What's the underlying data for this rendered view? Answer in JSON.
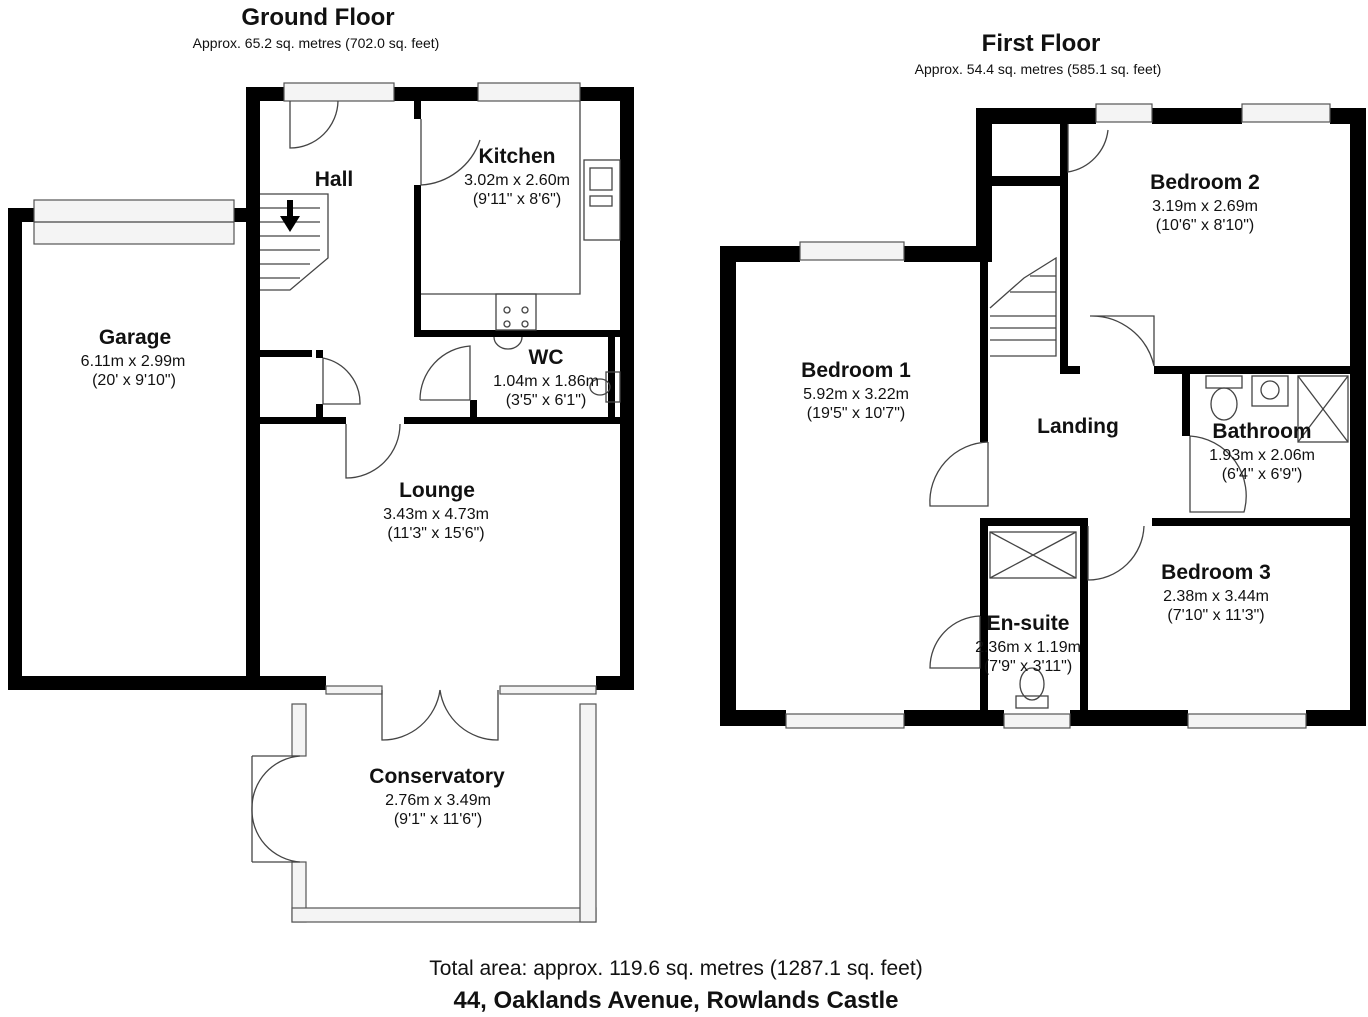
{
  "ground_floor": {
    "title": "Ground Floor",
    "area": "Approx. 65.2 sq. metres (702.0 sq. feet)",
    "rooms": {
      "hall": {
        "name": "Hall"
      },
      "kitchen": {
        "name": "Kitchen",
        "metric": "3.02m x 2.60m",
        "imperial": "(9'11\" x 8'6\")"
      },
      "garage": {
        "name": "Garage",
        "metric": "6.11m x 2.99m",
        "imperial": "(20' x 9'10\")"
      },
      "wc": {
        "name": "WC",
        "metric": "1.04m x 1.86m",
        "imperial": "(3'5\" x 6'1\")"
      },
      "lounge": {
        "name": "Lounge",
        "metric": "3.43m x 4.73m",
        "imperial": "(11'3\" x 15'6\")"
      },
      "conservatory": {
        "name": "Conservatory",
        "metric": "2.76m x 3.49m",
        "imperial": "(9'1\" x 11'6\")"
      }
    }
  },
  "first_floor": {
    "title": "First Floor",
    "area": "Approx. 54.4 sq. metres (585.1 sq. feet)",
    "rooms": {
      "bedroom2": {
        "name": "Bedroom 2",
        "metric": "3.19m x 2.69m",
        "imperial": "(10'6\" x 8'10\")"
      },
      "bedroom1": {
        "name": "Bedroom 1",
        "metric": "5.92m x 3.22m",
        "imperial": "(19'5\" x 10'7\")"
      },
      "landing": {
        "name": "Landing"
      },
      "bathroom": {
        "name": "Bathroom",
        "metric": "1.93m x 2.06m",
        "imperial": "(6'4\" x 6'9\")"
      },
      "bedroom3": {
        "name": "Bedroom 3",
        "metric": "2.38m x 3.44m",
        "imperial": "(7'10\" x 11'3\")"
      },
      "ensuite": {
        "name": "En-suite",
        "metric": "2.36m x 1.19m",
        "imperial": "(7'9\" x 3'11\")"
      }
    }
  },
  "footer": {
    "total_area": "Total area: approx. 119.6 sq. metres (1287.1 sq. feet)",
    "address": "44, Oaklands Avenue, Rowlands Castle"
  },
  "colors": {
    "wall": "#000000",
    "background": "#ffffff",
    "fixture_line": "#444444"
  }
}
